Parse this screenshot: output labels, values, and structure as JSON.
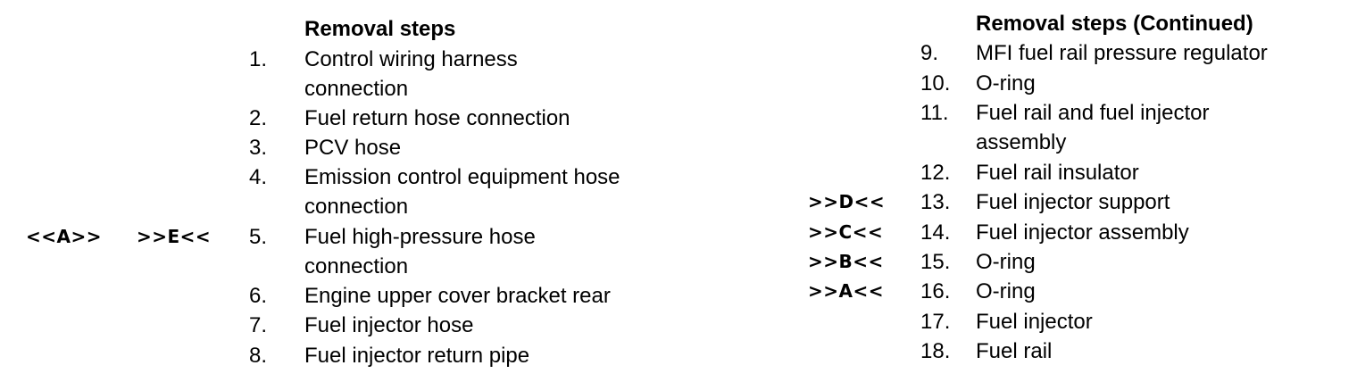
{
  "left": {
    "heading": "Removal steps",
    "steps": [
      {
        "num": "1.",
        "line1": "Control wiring harness",
        "line2": "connection"
      },
      {
        "num": "2.",
        "line1": "Fuel return hose connection"
      },
      {
        "num": "3.",
        "line1": "PCV hose"
      },
      {
        "num": "4.",
        "line1": "Emission control equipment hose",
        "line2": "connection"
      },
      {
        "num": "5.",
        "line1": "Fuel high-pressure hose",
        "line2": "connection"
      },
      {
        "num": "6.",
        "line1": "Engine upper cover bracket rear"
      },
      {
        "num": "7.",
        "line1": "Fuel injector hose"
      },
      {
        "num": "8.",
        "line1": "Fuel injector return pipe"
      }
    ],
    "tags": {
      "step5_install": "<<A>>",
      "step5_remove": ">>E<<"
    }
  },
  "right": {
    "heading": "Removal steps (Continued)",
    "steps": [
      {
        "num": "9.",
        "line1": "MFI fuel rail pressure regulator"
      },
      {
        "num": "10.",
        "line1": "O-ring"
      },
      {
        "num": "11.",
        "line1": "Fuel rail and fuel injector",
        "line2": "assembly"
      },
      {
        "num": "12.",
        "line1": "Fuel rail insulator"
      },
      {
        "num": "13.",
        "line1": "Fuel injector support"
      },
      {
        "num": "14.",
        "line1": "Fuel injector assembly"
      },
      {
        "num": "15.",
        "line1": "O-ring"
      },
      {
        "num": "16.",
        "line1": "O-ring"
      },
      {
        "num": "17.",
        "line1": "Fuel injector"
      },
      {
        "num": "18.",
        "line1": "Fuel rail"
      }
    ],
    "tags": {
      "step13": ">>D<<",
      "step14": ">>C<<",
      "step15": ">>B<<",
      "step16": ">>A<<"
    }
  }
}
